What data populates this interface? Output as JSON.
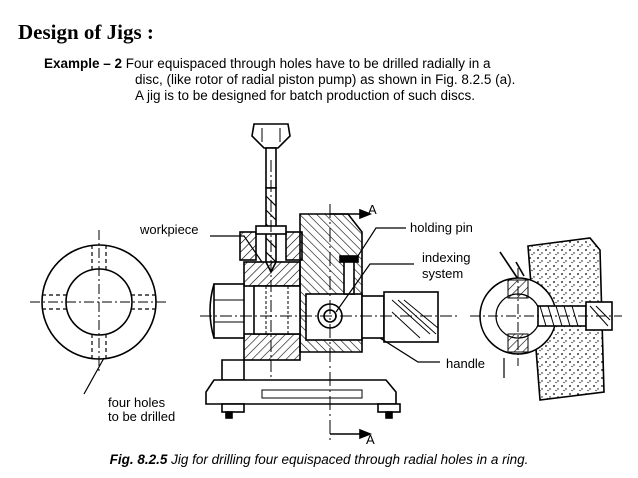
{
  "heading": "Design of Jigs :",
  "example": {
    "label": "Example – 2",
    "lines": [
      " Four equispaced through holes have to be drilled radially in a",
      "disc, (like rotor of radial piston pump) as shown in Fig. 8.2.5 (a).",
      "A jig is to be designed for batch production of such discs."
    ]
  },
  "figure": {
    "labels": {
      "workpiece": "workpiece",
      "holding_pin": "holding pin",
      "indexing_1": "indexing",
      "indexing_2": "system",
      "handle": "handle",
      "four_holes_1": "four holes",
      "four_holes_2": "to be drilled",
      "section_top": "A",
      "section_bottom": "A"
    }
  },
  "caption": {
    "number": "Fig. 8.2.5",
    "text": " Jig for drilling four equispaced through radial holes in a ring."
  }
}
